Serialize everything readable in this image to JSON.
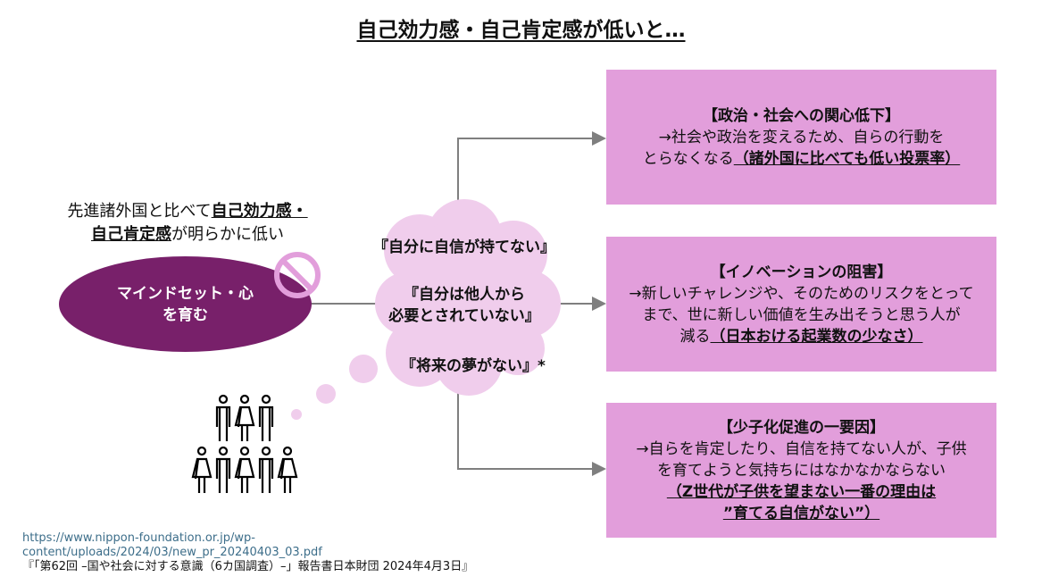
{
  "title": "自己効力感・自己肯定感が低いと…",
  "lead": {
    "prefix": "先進諸外国と比べて",
    "bold1": "自己効力感・",
    "bold2": "自己肯定感",
    "suffix": "が明らかに低い"
  },
  "ellipse": {
    "line1": "マインドセット・心",
    "line2": "を育む"
  },
  "thoughts": [
    "『自分に自信が持てない』",
    "『自分は他人から",
    "必要とされていない』",
    "『将来の夢がない』*"
  ],
  "boxes": [
    {
      "heading": "【政治・社会への関心低下】",
      "line1": "→社会や政治を変えるため、自らの行動を",
      "line2_prefix": "とらなくなる",
      "line2_bold": "（諸外国に比べても低い投票率）"
    },
    {
      "heading": "【イノベーションの阻害】",
      "line1": "→新しいチャレンジや、そのためのリスクをとって",
      "line2": "まで、世に新しい価値を生み出そうと思う人が",
      "line3_prefix": "減る",
      "line3_bold": "（日本おける起業数の少なさ）"
    },
    {
      "heading": "【少子化促進の一要因】",
      "line1": "→自らを肯定したり、自信を持てない人が、子供",
      "line2": "を育てようと気持ちにはなかなかならない",
      "line3_bold": "（Z世代が子供を望まない一番の理由は",
      "line4_bold": "”育てる自信がない”）"
    }
  ],
  "source": {
    "url1": "https://www.nippon-foundation.or.jp/wp-",
    "url2": "content/uploads/2024/03/new_pr_20240403_03.pdf",
    "citation": "『「第62回 –国や社会に対する意識（6カ国調査）–」報告書日本財団 2024年4月3日』"
  },
  "colors": {
    "box": "#e29edb",
    "ellipse": "#78206a",
    "cloud": "#f0cdec"
  }
}
